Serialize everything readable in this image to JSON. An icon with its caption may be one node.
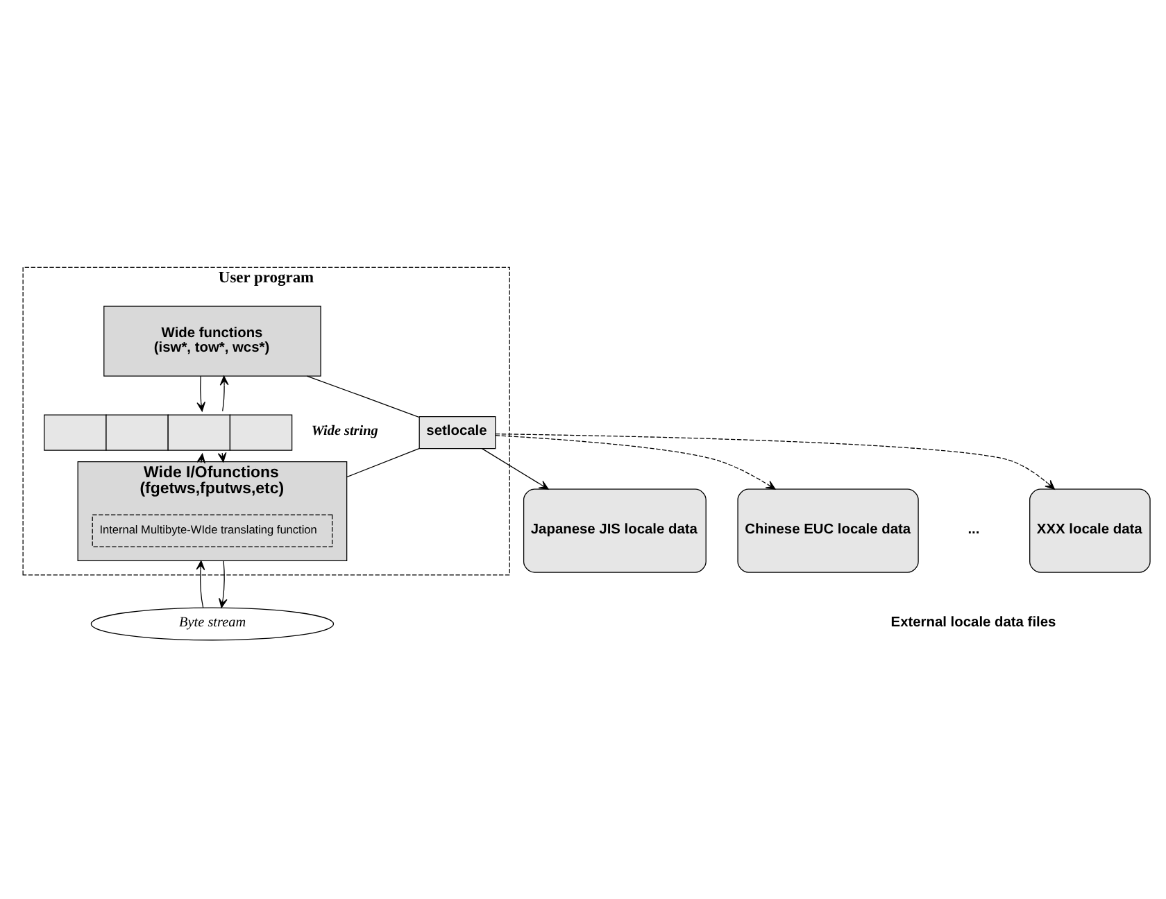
{
  "diagram": {
    "nodes": [
      {
        "text": [
          "User program"
        ]
      },
      {
        "text": [
          "Wide functions",
          "(isw*, tow*, wcs*)"
        ],
        "in": 0
      },
      {
        "text": [],
        "shape": "bar",
        "beside": [
          "Wide string"
        ],
        "in": 0
      },
      {
        "text": [
          "Wide I/Ofunctions",
          "(fgetws,fputws,etc)"
        ],
        "in": 0
      },
      {
        "text": [
          "Internal Multibyte-WIde translating function"
        ],
        "in": 3
      },
      {
        "text": [
          "setlocale"
        ],
        "in": 0
      },
      {
        "text": [
          "Japanese JIS locale data"
        ]
      },
      {
        "text": [
          "Chinese EUC locale data"
        ]
      },
      {
        "text": [
          "XXX locale data"
        ]
      },
      {
        "text": [
          "Byte stream"
        ]
      }
    ],
    "edges": [
      {
        "from": 2,
        "to": 1,
        "arrow": "to"
      },
      {
        "from": 1,
        "to": 2,
        "arrow": "to"
      },
      {
        "from": 3,
        "to": 2,
        "arrow": "to"
      },
      {
        "from": 2,
        "to": 3,
        "arrow": "to"
      },
      {
        "from": 9,
        "to": 3,
        "arrow": "to"
      },
      {
        "from": 3,
        "to": 9,
        "arrow": "to"
      },
      {
        "from": 1,
        "to": 5,
        "arrow": "none"
      },
      {
        "from": 3,
        "to": 5,
        "arrow": "none"
      },
      {
        "from": 5,
        "to": 6,
        "arrow": "to"
      },
      {
        "from": 5,
        "to": 7,
        "arrow": "to",
        "style": "dashed"
      },
      {
        "from": 5,
        "to": 8,
        "arrow": "to",
        "style": "dashed"
      }
    ],
    "labels": [
      "...",
      "External locale data files"
    ]
  }
}
